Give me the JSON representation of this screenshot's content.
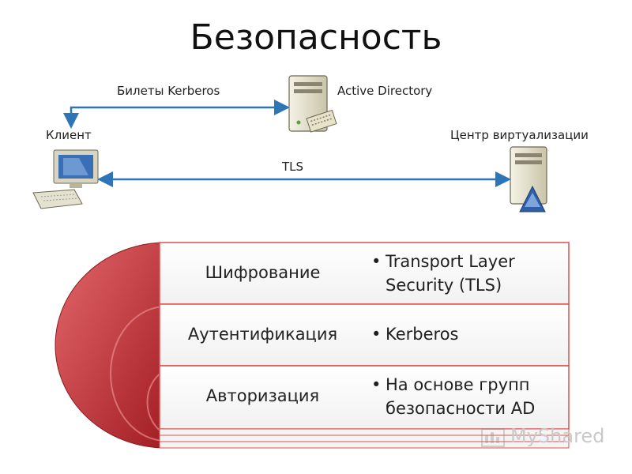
{
  "title": "Безопасность",
  "labels": {
    "kerberos_tickets": "Билеты Kerberos",
    "active_directory": "Active Directory",
    "client": "Клиент",
    "virtualization_center": "Центр виртуализации",
    "tls": "TLS"
  },
  "rows": [
    {
      "label": "Шифрование",
      "bullet_lines": [
        "Transport Layer",
        "Security (TLS)"
      ]
    },
    {
      "label": "Аутентификация",
      "bullet_lines": [
        "Kerberos"
      ]
    },
    {
      "label": "Авторизация",
      "bullet_lines": [
        "На основе групп",
        "безопасности AD"
      ]
    }
  ],
  "watermark": "MyShared",
  "colors": {
    "arrow": "#2e75b6",
    "arc": "#c0282e",
    "row_border": "#d9534f"
  },
  "icons": {
    "ad_server": "server-icon",
    "client": "computer-icon",
    "virtualization": "server-icon"
  }
}
